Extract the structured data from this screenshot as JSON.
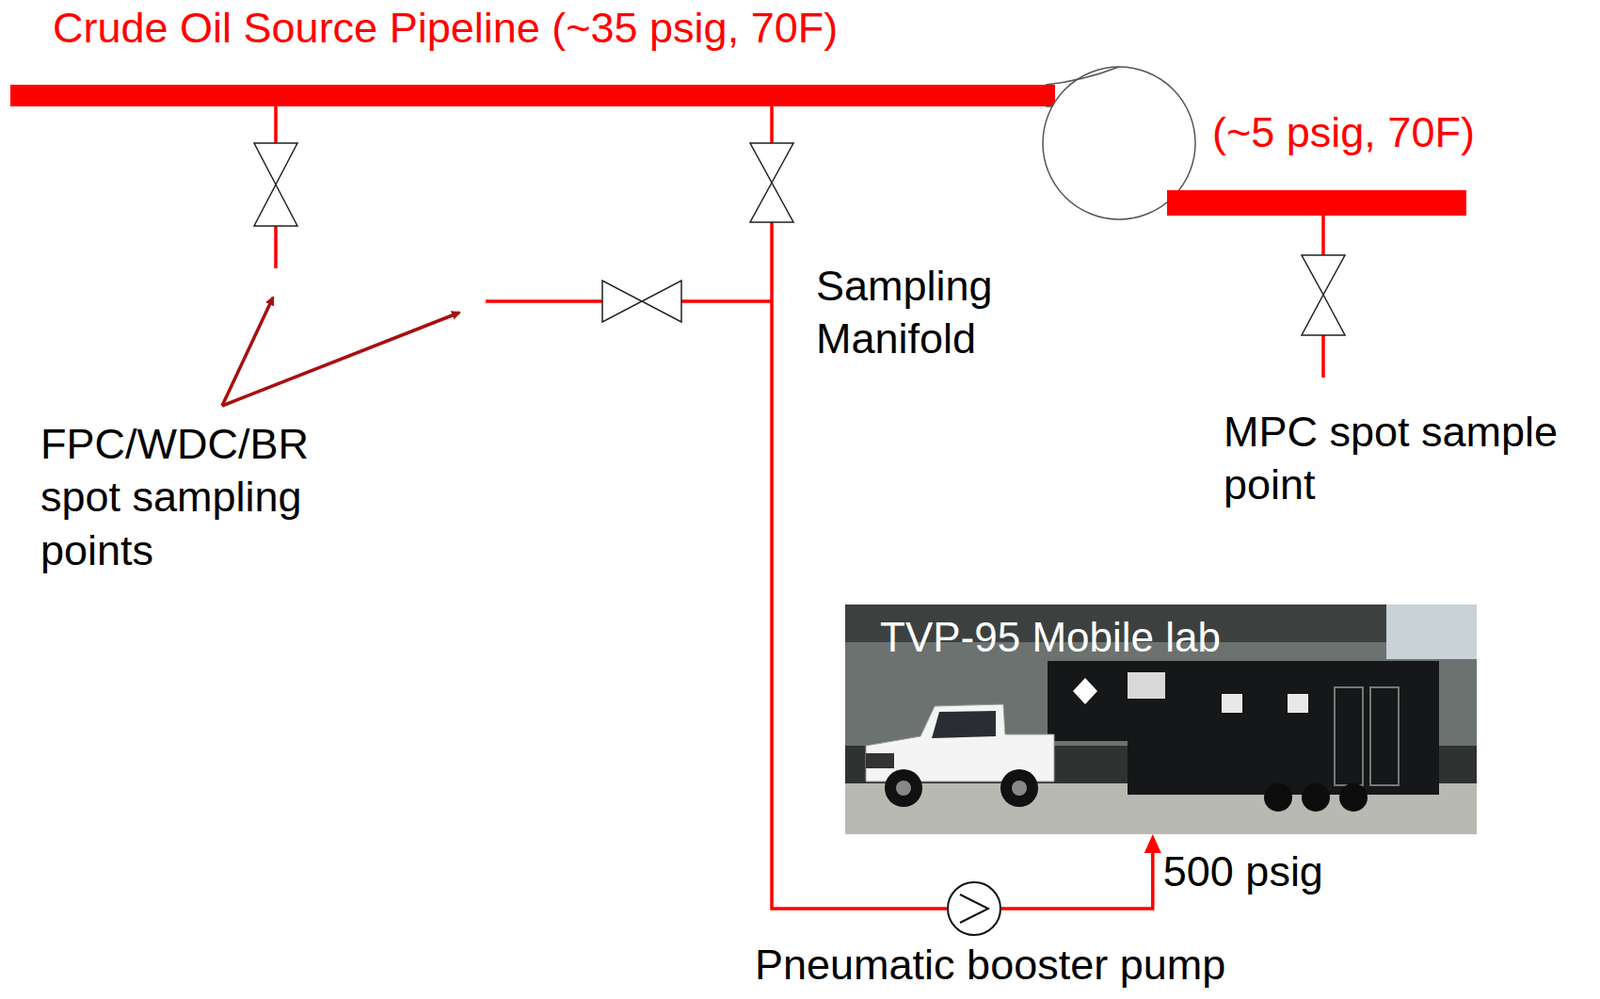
{
  "diagram": {
    "nodes": [
      {
        "text": [
          "TVP-95 Mobile lab"
        ]
      },
      {
        "text": [
          "Pneumatic booster pump"
        ]
      }
    ],
    "edges": [
      {
        "from": 1,
        "to": 0,
        "arrow": "to",
        "label": "500 psig"
      }
    ],
    "labels": [
      "Crude Oil Source Pipeline (~35 psig, 70F)",
      "(~5 psig, 70F)",
      "Sampling Manifold",
      "FPC/WDC/BR spot sampling points",
      "MPC spot sample point"
    ]
  }
}
